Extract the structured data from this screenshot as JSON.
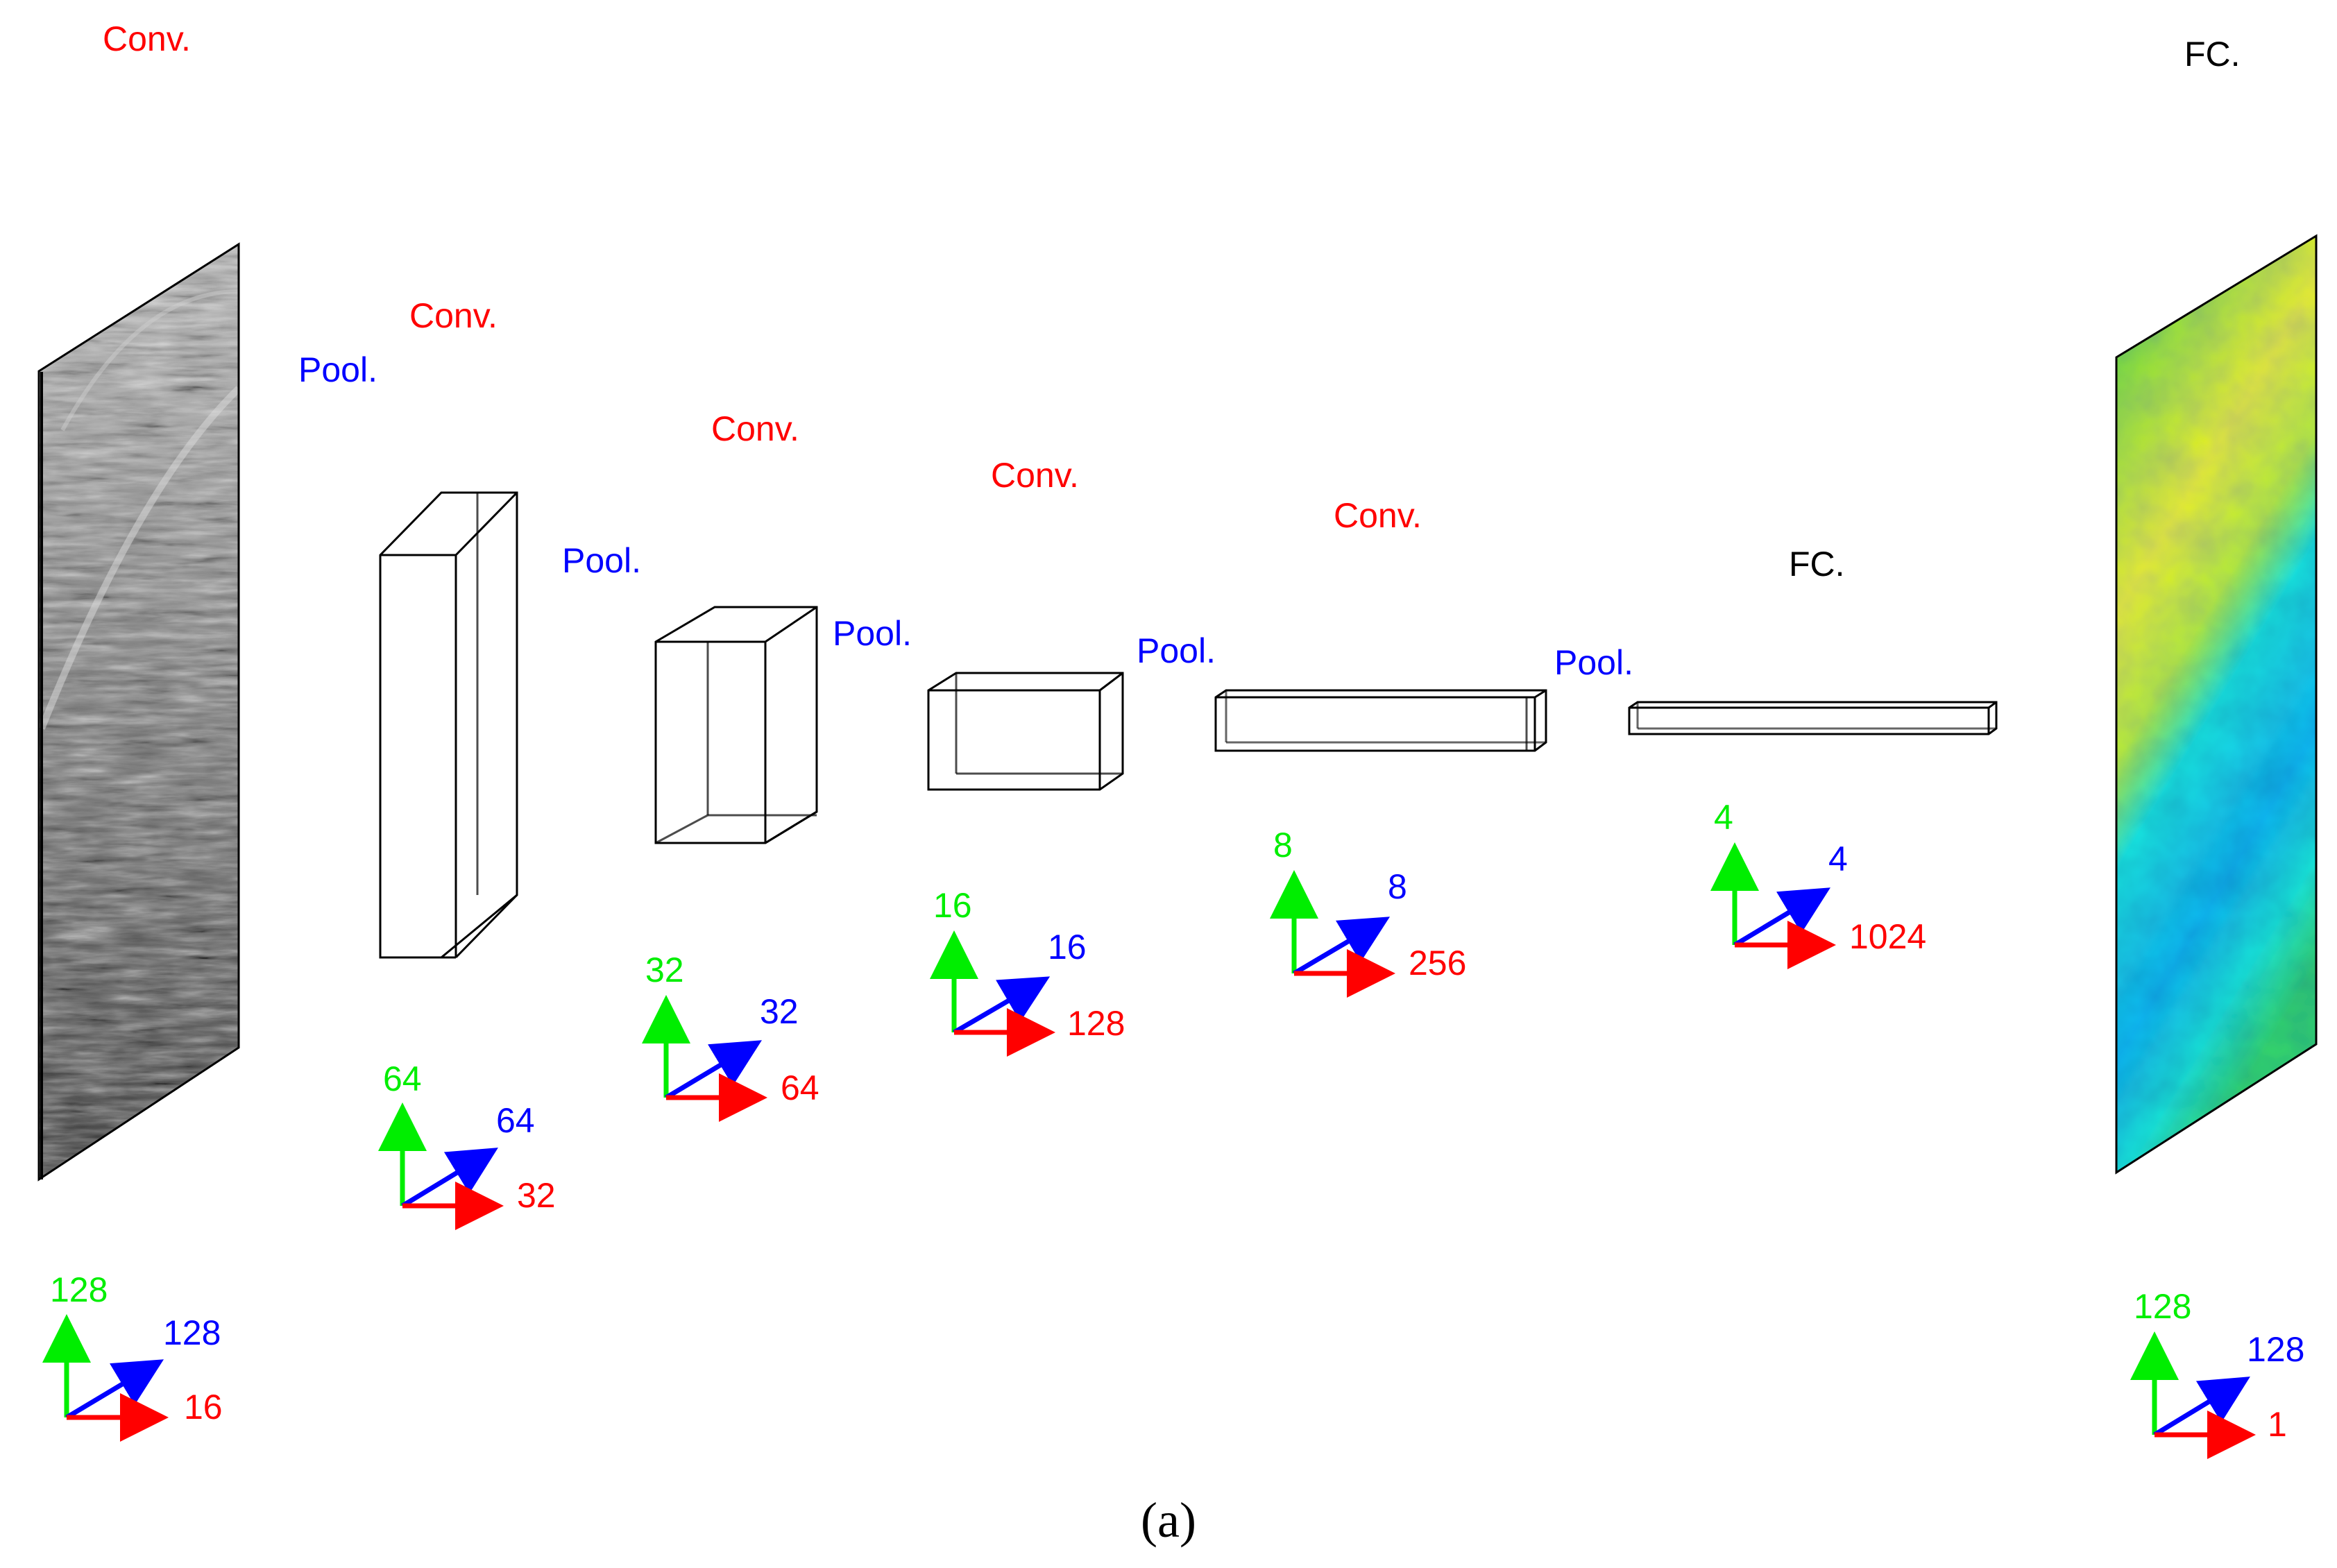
{
  "labels": {
    "conv": "Conv.",
    "pool": "Pool.",
    "fc": "FC."
  },
  "stages": [
    {
      "id": "input",
      "dims": {
        "up": "128",
        "diag": "128",
        "right": "16"
      }
    },
    {
      "id": "block1",
      "dims": {
        "up": "64",
        "diag": "64",
        "right": "32"
      }
    },
    {
      "id": "block2",
      "dims": {
        "up": "32",
        "diag": "32",
        "right": "64"
      }
    },
    {
      "id": "block3",
      "dims": {
        "up": "16",
        "diag": "16",
        "right": "128"
      }
    },
    {
      "id": "block4",
      "dims": {
        "up": "8",
        "diag": "8",
        "right": "256"
      }
    },
    {
      "id": "block5",
      "dims": {
        "up": "4",
        "diag": "4",
        "right": "1024"
      }
    },
    {
      "id": "output",
      "dims": {
        "up": "128",
        "diag": "128",
        "right": "1"
      }
    }
  ],
  "caption": "(a)",
  "colors": {
    "conv_label": "#ff0000",
    "pool_label": "#0000ff",
    "fc_label": "#000000",
    "axis_up": "#00ee00",
    "axis_diag": "#0000ff",
    "axis_right": "#ff0000"
  }
}
